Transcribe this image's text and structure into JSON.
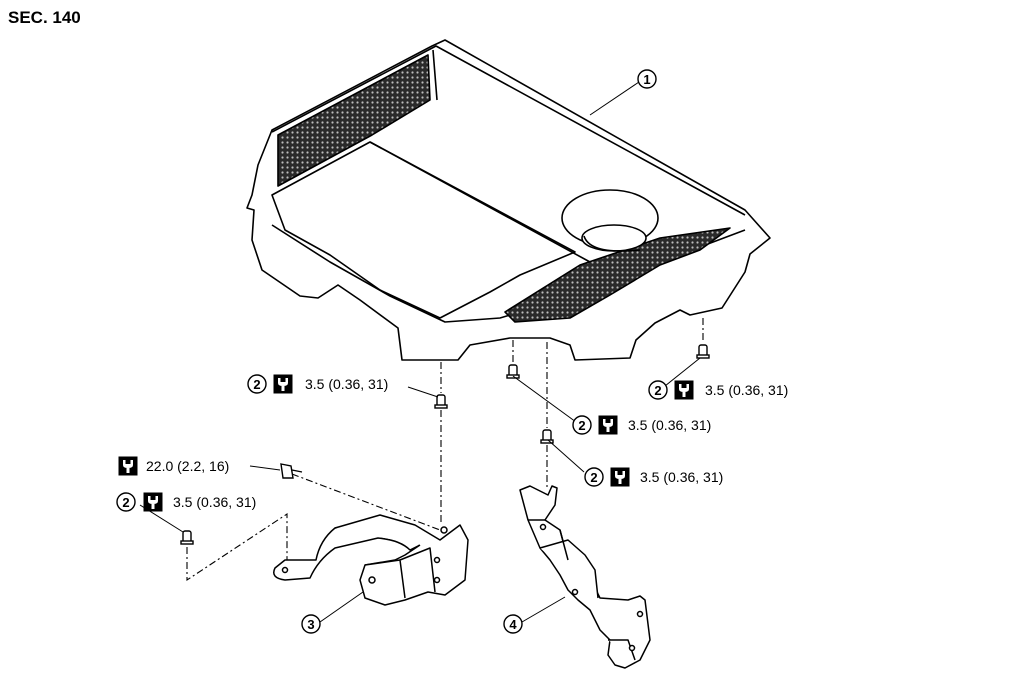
{
  "section": "SEC. 140",
  "parts": [
    {
      "number": "1",
      "name": "engine-cover"
    },
    {
      "number": "2",
      "name": "clip"
    },
    {
      "number": "3",
      "name": "bracket"
    },
    {
      "number": "4",
      "name": "bracket"
    }
  ],
  "callouts": {
    "part1": "1",
    "clip_left": "2",
    "clip_right": "2",
    "clip_center": "2",
    "clip_lower": "2",
    "clip_bracket3": "2",
    "part3": "3",
    "part4": "4"
  },
  "torque": {
    "clip_left": "3.5 (0.36, 31)",
    "clip_right": "3.5 (0.36, 31)",
    "clip_center": "3.5 (0.36, 31)",
    "clip_lower": "3.5 (0.36, 31)",
    "clip_bracket3": "3.5 (0.36, 31)",
    "bolt": "22.0 (2.2, 16)"
  },
  "icons": {
    "torque": "torque-wrench-icon"
  }
}
